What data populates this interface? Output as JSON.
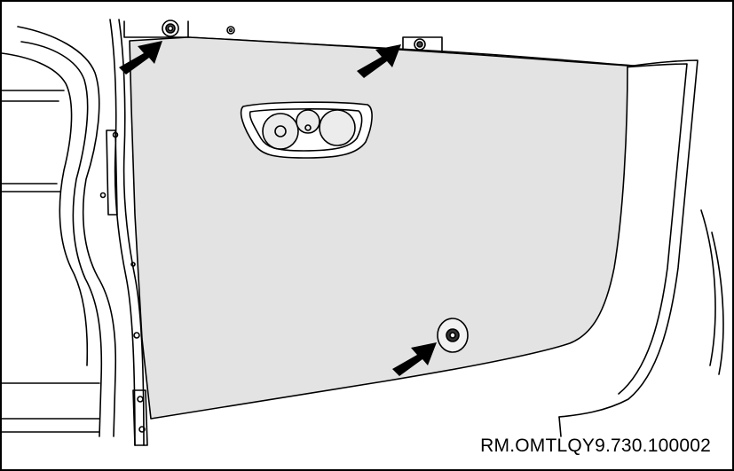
{
  "figure": {
    "reference_code": "RM.OMTLQY9.730.100002",
    "subject": "door inner trim panel with clip fastener locations",
    "callouts": [
      {
        "name": "upper-left-clip",
        "icon": "arrow-icon"
      },
      {
        "name": "upper-right-clip",
        "icon": "arrow-icon"
      },
      {
        "name": "lower-center-clip",
        "icon": "arrow-icon"
      }
    ],
    "colors": {
      "panel_fill": "#e3e3e3",
      "line": "#000000",
      "background": "#ffffff"
    }
  }
}
